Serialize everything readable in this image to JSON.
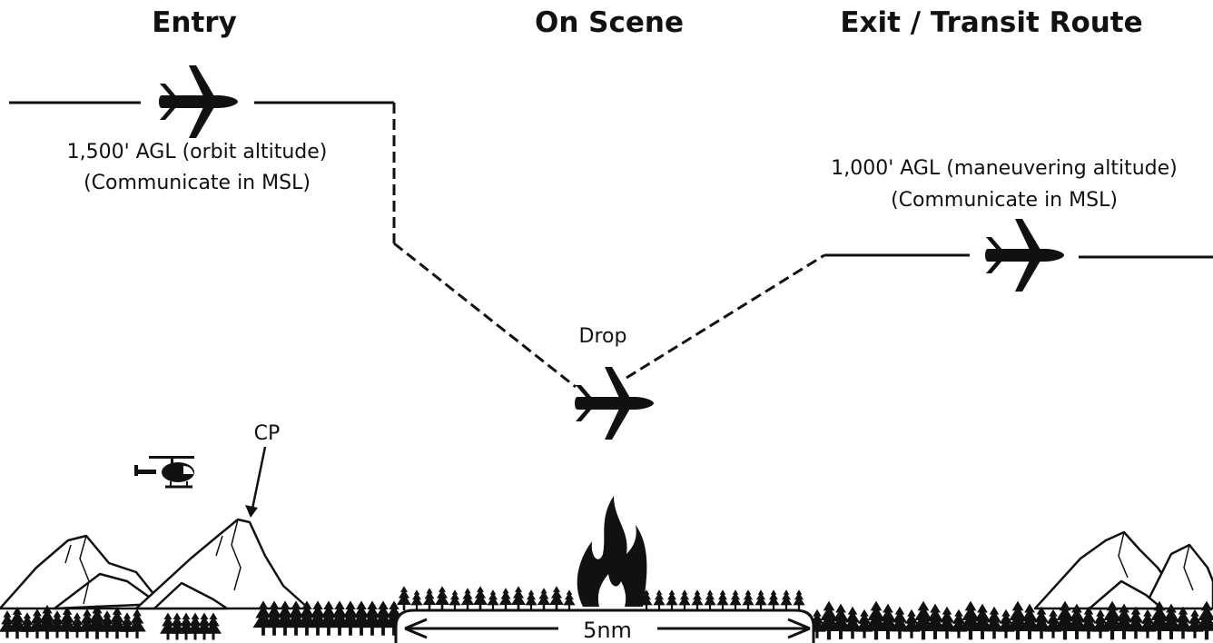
{
  "headers": {
    "entry": "Entry",
    "on_scene": "On Scene",
    "exit": "Exit / Transit Route"
  },
  "entry_altitude": {
    "line1": "1,500' AGL (orbit altitude)",
    "line2": "(Communicate in MSL)"
  },
  "exit_altitude": {
    "line1": "1,000' AGL (maneuvering altitude)",
    "line2": "(Communicate in MSL)"
  },
  "drop_label": "Drop",
  "cp_label": "CP",
  "distance_label": "5nm",
  "icons": [
    "airplane-icon",
    "helicopter-icon",
    "fire-icon",
    "mountain-icon",
    "pine-tree-icon",
    "arrow-icon"
  ],
  "colors": {
    "ink": "#111111",
    "background": "#ffffff"
  }
}
